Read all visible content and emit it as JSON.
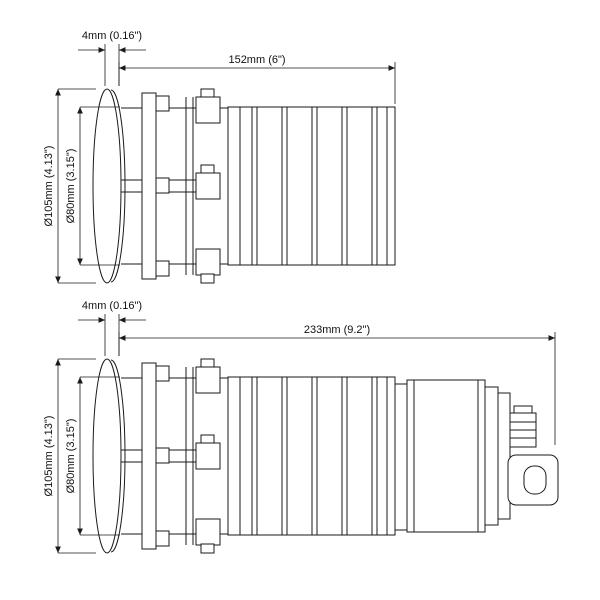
{
  "drawing": {
    "background": "#ffffff",
    "line_color": "#1a1a1a",
    "views": [
      {
        "id": "top-view",
        "thickness_label": "4mm (0.16\")",
        "length_label": "152mm (6\")",
        "outer_dia_label": "Ø105mm (4.13\")",
        "inner_dia_label": "Ø80mm (3.15\")"
      },
      {
        "id": "bottom-view",
        "thickness_label": "4mm (0.16\")",
        "length_label": "233mm (9.2\")",
        "outer_dia_label": "Ø105mm (4.13\")",
        "inner_dia_label": "Ø80mm (3.15\")"
      }
    ]
  }
}
